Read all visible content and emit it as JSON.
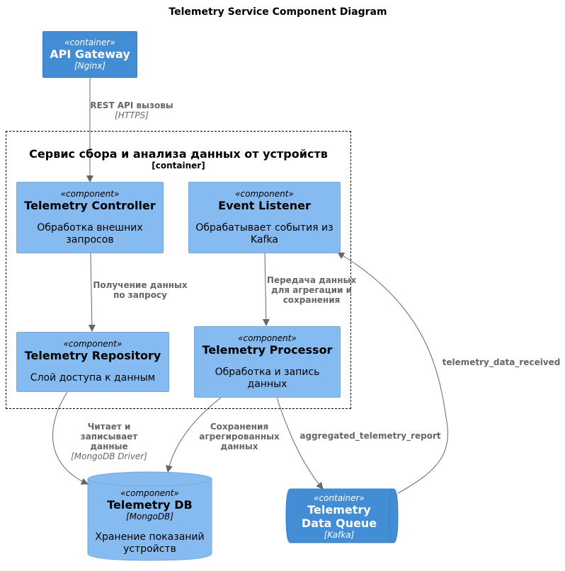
{
  "title": "Telemetry Service Component Diagram",
  "boundary": {
    "name": "Сервис сбора и анализа данных от устройств",
    "type": "[container]"
  },
  "nodes": {
    "api_gateway": {
      "stereotype": "«container»",
      "name": "API Gateway",
      "tech": "[Nginx]"
    },
    "telemetry_controller": {
      "stereotype": "«component»",
      "name": "Telemetry Controller",
      "desc": "Обработка внешних запросов"
    },
    "event_listener": {
      "stereotype": "«component»",
      "name": "Event Listener",
      "desc": "Обрабатывает события из Kafka"
    },
    "telemetry_repository": {
      "stereotype": "«component»",
      "name": "Telemetry Repository",
      "desc": "Слой доступа к данным"
    },
    "telemetry_processor": {
      "stereotype": "«component»",
      "name": "Telemetry Processor",
      "desc": "Обработка и запись данных"
    },
    "telemetry_db": {
      "stereotype": "«component»",
      "name": "Telemetry DB",
      "tech": "[MongoDB]",
      "desc": "Хранение показаний устройств"
    },
    "telemetry_queue": {
      "stereotype": "«container»",
      "name": "Telemetry Data Queue",
      "tech": "[Kafka]"
    }
  },
  "relations": {
    "gateway_to_controller": {
      "label": "REST API вызовы",
      "tech": "[HTTPS]"
    },
    "controller_to_repository": {
      "label": "Получение данных по запросу"
    },
    "listener_to_processor": {
      "label": "Передача данных для агрегации и сохранения"
    },
    "repository_to_db": {
      "label": "Читает и записывает данные",
      "tech": "[MongoDB Driver]"
    },
    "processor_to_db": {
      "label": "Сохранения агрегированных данных"
    },
    "processor_to_queue": {
      "label": "aggregated_telemetry_report"
    },
    "queue_to_listener": {
      "label": "telemetry_data_received"
    }
  },
  "colors": {
    "container": "#438dd5",
    "component": "#85bbf0",
    "edge": "#666666"
  }
}
